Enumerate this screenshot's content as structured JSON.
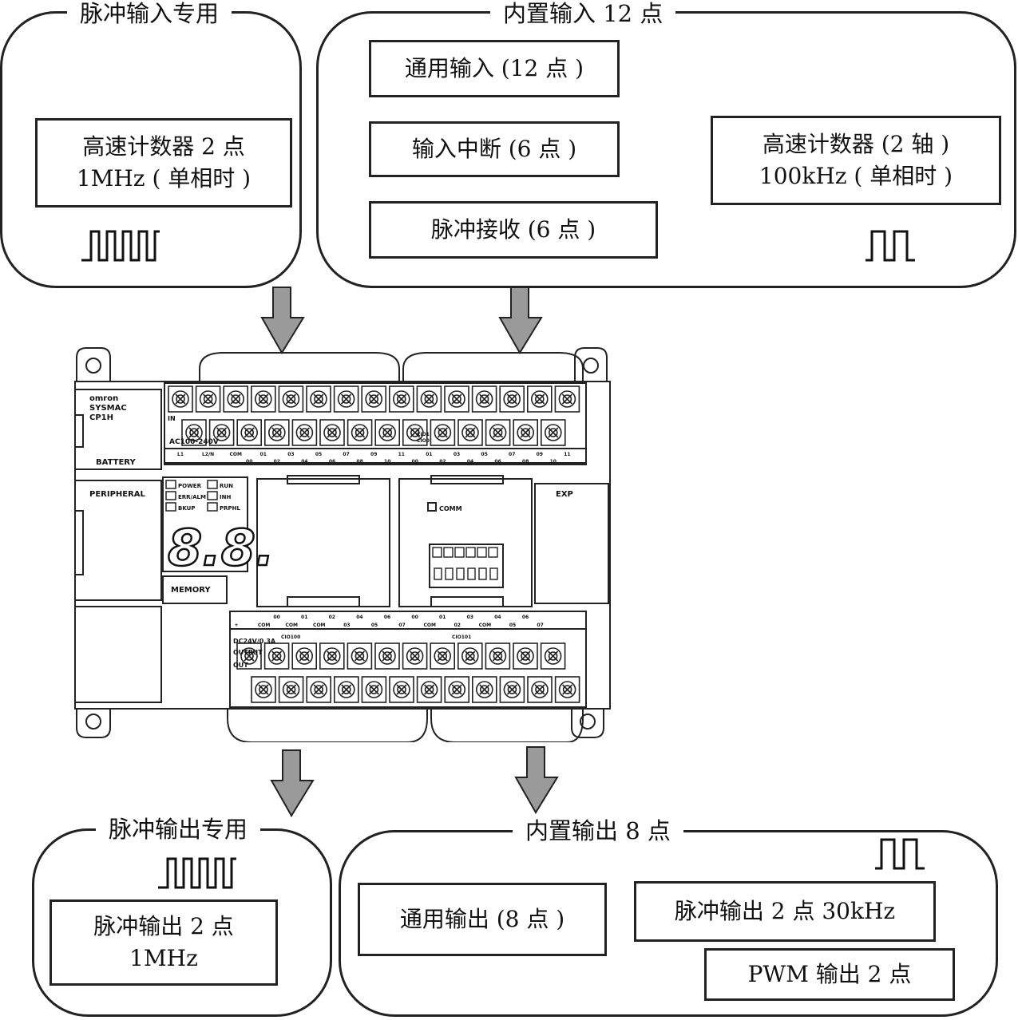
{
  "pulse_input": {
    "title": "脉冲输入专用",
    "counter_line1": "高速计数器 2 点",
    "counter_line2": "1MHz ( 单相时 )"
  },
  "builtin_input": {
    "title": "内置输入 12 点",
    "general": "通用输入 (12 点 )",
    "interrupt": "输入中断 (6 点 )",
    "pulse_catch": "脉冲接收 (6 点 )",
    "counter_line1": "高速计数器 (2 轴 )",
    "counter_line2": "100kHz ( 单相时 )"
  },
  "pulse_output": {
    "title": "脉冲输出专用",
    "line1": "脉冲输出 2 点",
    "line2": "1MHz"
  },
  "builtin_output": {
    "title": "内置输出 8 点",
    "general": "通用输出 (8 点 )",
    "pulse": "脉冲输出 2 点 30kHz",
    "pwm": "PWM 输出 2 点"
  },
  "plc": {
    "brand_line1": "omron",
    "brand_line2": "SYSMAC",
    "brand_line3": "CP1H",
    "battery": "BATTERY",
    "peripheral": "PERIPHERAL",
    "memory": "MEMORY",
    "exp": "EXP",
    "comm": "COMM",
    "led_power": "POWER",
    "led_run": "RUN",
    "led_err": "ERR/ALM",
    "led_inh": "INH",
    "led_bkup": "BKUP",
    "led_prphl": "PRPHL",
    "seg_display": "8.8.",
    "in_label": "IN",
    "ac_label": "AC100-240V",
    "dc_label": "DC24V/0.3A",
    "output_label": "OUTPUT",
    "out_label": "OUT",
    "cio0": "CIO0",
    "cio1": "CIO1",
    "cio100": "CIO100",
    "cio101": "CIO101",
    "in_top_labels": [
      "L1",
      "L2/N",
      "COM",
      "01",
      "03",
      "05",
      "07",
      "09",
      "11",
      "01",
      "03",
      "05",
      "07",
      "09",
      "11"
    ],
    "in_bottom_labels": [
      "",
      "",
      "00",
      "02",
      "04",
      "06",
      "08",
      "10",
      "00",
      "02",
      "04",
      "06",
      "08",
      "10"
    ],
    "out_top_labels": [
      "",
      "00",
      "01",
      "02",
      "04",
      "06",
      "00",
      "01",
      "03",
      "04",
      "06"
    ],
    "out_bottom_labels": [
      "+",
      "COM",
      "COM",
      "COM",
      "03",
      "05",
      "07",
      "COM",
      "02",
      "COM",
      "05",
      "07"
    ]
  }
}
